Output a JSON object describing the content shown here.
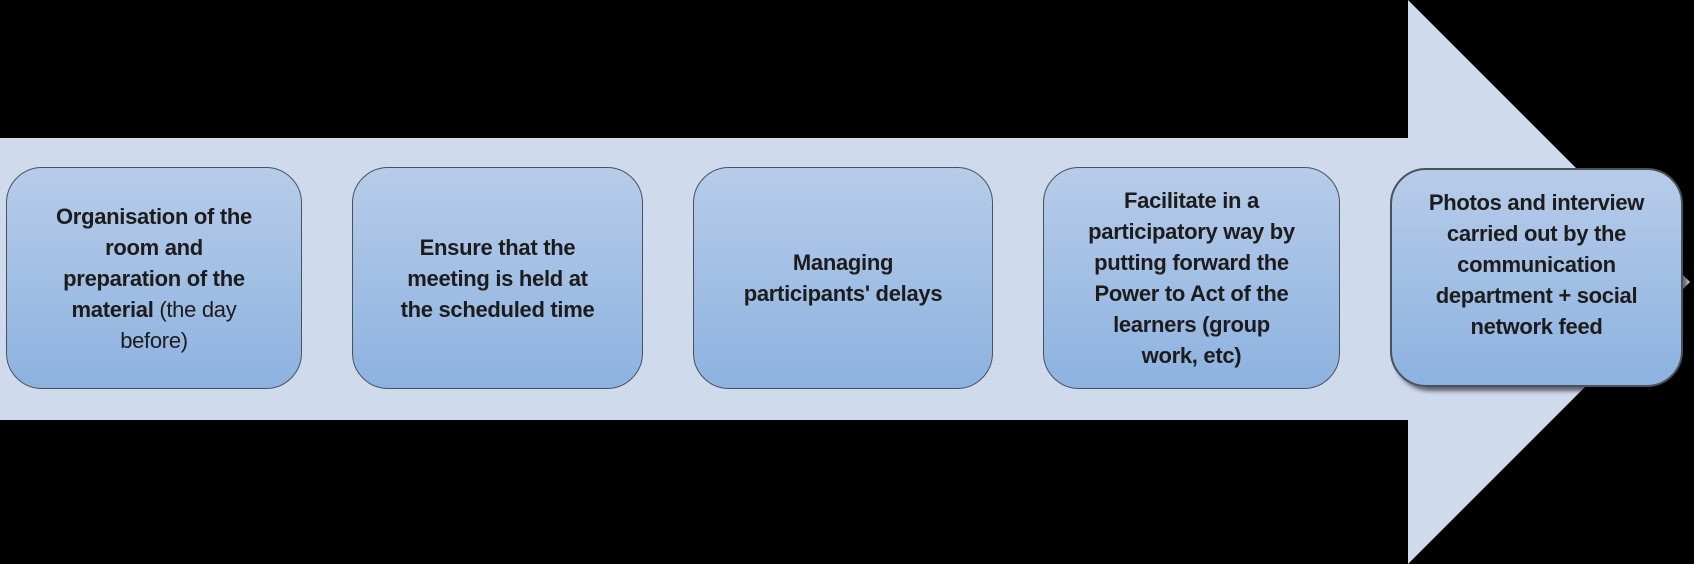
{
  "colors": {
    "canvas-bg": "#000000",
    "arrow-fill": "#d0daed",
    "box-fill-top": "#b7cce9",
    "box-fill-bottom": "#8db2e0",
    "box-border": "#49525c",
    "text-color": "#1c1c1c"
  },
  "diagram": {
    "type": "process-arrow",
    "direction": "right",
    "step_count": 5
  },
  "steps": [
    {
      "id": "step-1",
      "segments": [
        {
          "bold": true,
          "text": "Organisation of the\nroom and\npreparation of the\nmaterial "
        },
        {
          "bold": false,
          "text": "(the day\nbefore)"
        }
      ]
    },
    {
      "id": "step-2",
      "segments": [
        {
          "bold": true,
          "text": "Ensure that the\nmeeting is held at\nthe scheduled time"
        }
      ]
    },
    {
      "id": "step-3",
      "segments": [
        {
          "bold": true,
          "text": "Managing\nparticipants' delays"
        }
      ]
    },
    {
      "id": "step-4",
      "segments": [
        {
          "bold": true,
          "text": "Facilitate in a\nparticipatory way by\nputting forward the\nPower to Act of the\nlearners (group\nwork, etc)"
        }
      ]
    },
    {
      "id": "step-5",
      "segments": [
        {
          "bold": true,
          "text": "Photos and interview\ncarried out by the\ncommunication\ndepartment + social\nnetwork feed"
        }
      ]
    }
  ]
}
